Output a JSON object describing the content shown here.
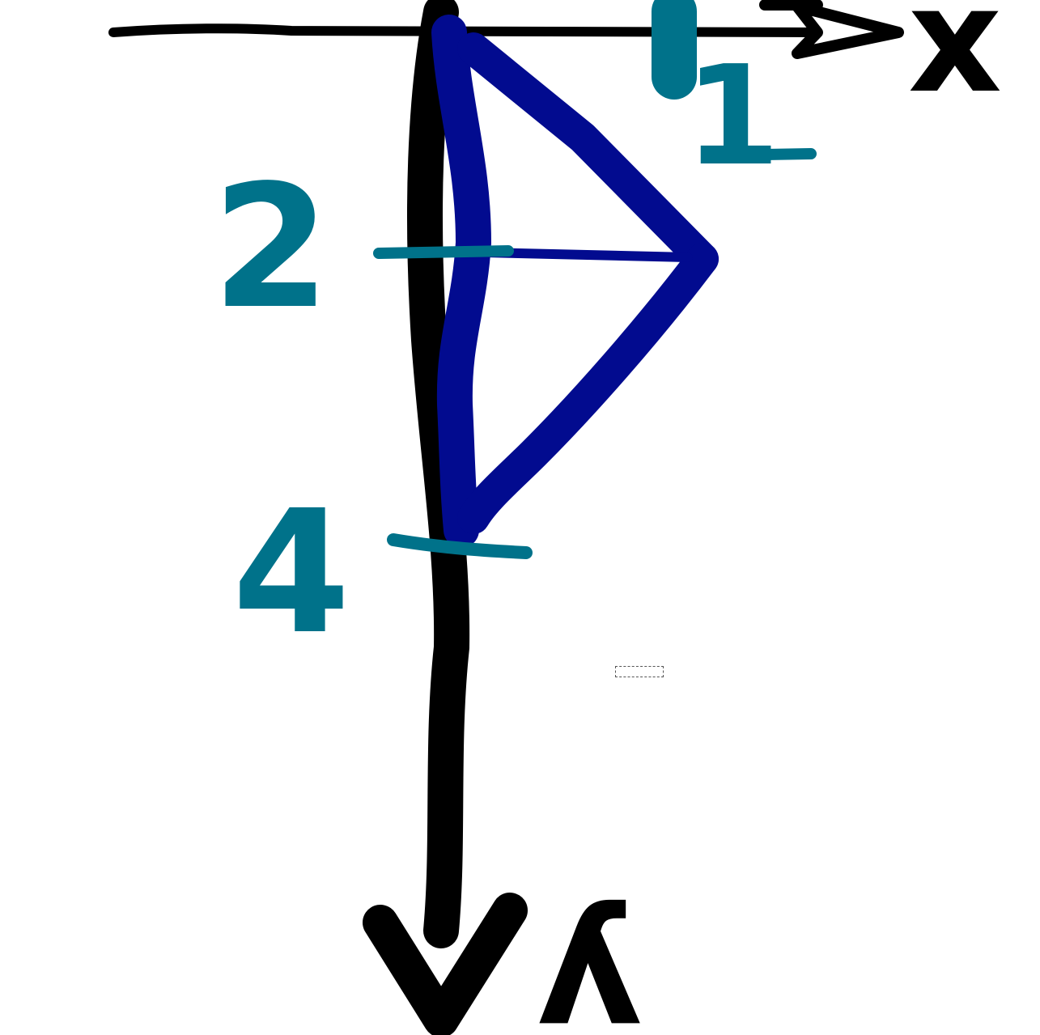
{
  "axes": {
    "x_label": "x",
    "y_label": "y"
  },
  "ticks": [
    {
      "axis": "x",
      "label": "1"
    },
    {
      "axis": "y",
      "label": "2"
    },
    {
      "axis": "y",
      "label": "4"
    }
  ],
  "colors": {
    "axis": "#000000",
    "shape": "#020b8f",
    "tick": "#00728a",
    "background": "#ffffff"
  }
}
